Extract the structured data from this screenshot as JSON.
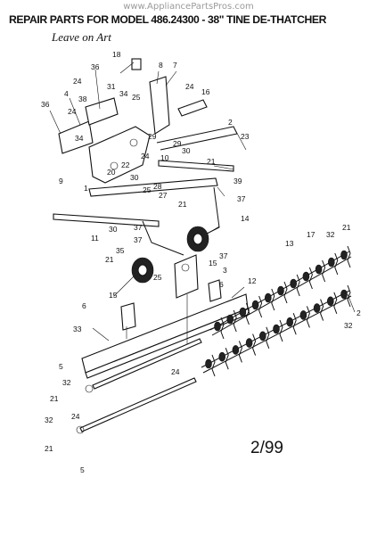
{
  "watermark": "www.AppliancePartsPros.com",
  "title": "REPAIR PARTS FOR MODEL 486.24300 - 38\" TINE DE-THATCHER",
  "handwritten_note": "Leave on Art",
  "date_code": "2/99",
  "callouts": [
    "36",
    "4",
    "24",
    "38",
    "24",
    "34",
    "31",
    "34",
    "36",
    "18",
    "8",
    "7",
    "25",
    "24",
    "16",
    "2",
    "23",
    "29",
    "29",
    "10",
    "30",
    "21",
    "39",
    "24",
    "20",
    "22",
    "9",
    "1",
    "30",
    "28",
    "25",
    "27",
    "21",
    "37",
    "30",
    "11",
    "37",
    "14",
    "35",
    "37",
    "37",
    "15",
    "21",
    "3",
    "15",
    "25",
    "13",
    "17",
    "32",
    "21",
    "6",
    "12",
    "6",
    "33",
    "2",
    "32",
    "5",
    "32",
    "21",
    "24",
    "32",
    "21",
    "5",
    "24"
  ]
}
